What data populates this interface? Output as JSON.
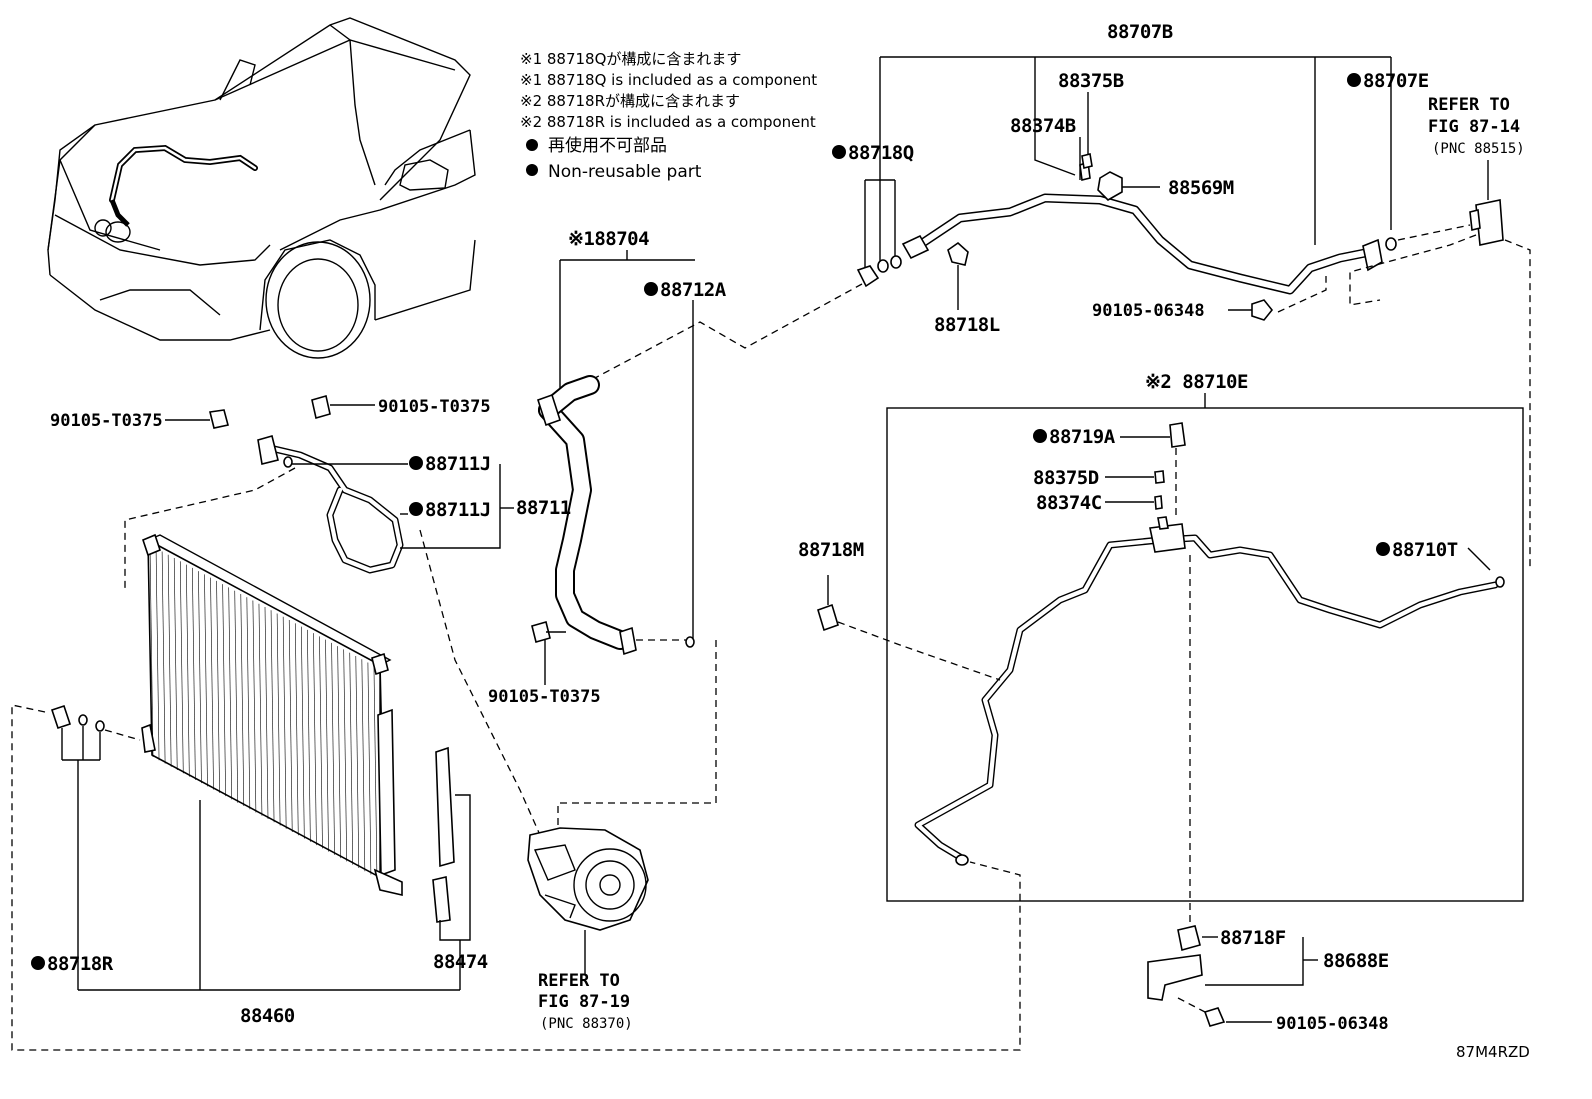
{
  "notes": [
    "※1 88718Qが構成に含まれます",
    "※1 88718Q is included as a component",
    "※2 88718Rが構成に含まれます",
    "※2 88718R is included as a component"
  ],
  "legend": {
    "jp": "再使用不可部品",
    "en": "Non-reusable part"
  },
  "labels": {
    "p88707B": "88707B",
    "p88375B": "88375B",
    "p88374B": "88374B",
    "p88707E": "88707E",
    "p88718Q": "88718Q",
    "p88569M": "88569M",
    "p88718L": "88718L",
    "p90105_06348_top": "90105-06348",
    "p88704": "※188704",
    "p88712A": "88712A",
    "p90105_T0375_a": "90105-T0375",
    "p90105_T0375_b": "90105-T0375",
    "p88711J_a": "88711J",
    "p88711J_b": "88711J",
    "p88711": "88711",
    "p90105_T0375_c": "90105-T0375",
    "p88710E": "※2 88710E",
    "p88719A": "88719A",
    "p88375D": "88375D",
    "p88374C": "88374C",
    "p88718M": "88718M",
    "p88710T": "88710T",
    "p88718R": "88718R",
    "p88474": "88474",
    "p88460": "88460",
    "p88718F": "88718F",
    "p88688E": "88688E",
    "p90105_06348_bot": "90105-06348"
  },
  "refers": {
    "fig87_14": {
      "line1": "REFER TO",
      "line2": "FIG 87-14",
      "line3": "(PNC 88515)"
    },
    "fig87_19": {
      "line1": "REFER TO",
      "line2": "FIG 87-19",
      "line3": "(PNC 88370)"
    }
  },
  "diagram_code": "87M4RZD"
}
